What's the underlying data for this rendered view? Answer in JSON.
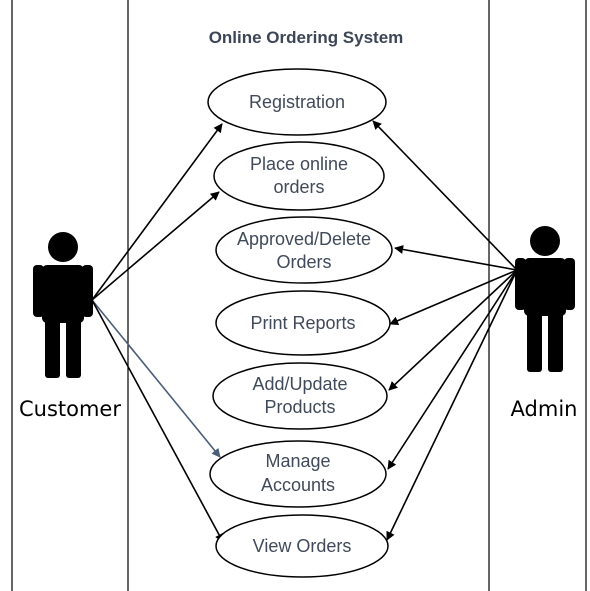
{
  "system": {
    "title": "Online Ordering System"
  },
  "actors": {
    "customer": {
      "label": "Customer"
    },
    "admin": {
      "label": "Admin"
    }
  },
  "use_cases": [
    {
      "id": "registration",
      "lines": [
        "Registration"
      ]
    },
    {
      "id": "place-online-orders",
      "lines": [
        "Place online",
        "orders"
      ]
    },
    {
      "id": "approve-delete-orders",
      "lines": [
        "Approved/Delete",
        "Orders"
      ]
    },
    {
      "id": "print-reports",
      "lines": [
        "Print Reports"
      ]
    },
    {
      "id": "add-update-products",
      "lines": [
        "Add/Update",
        "Products"
      ]
    },
    {
      "id": "manage-accounts",
      "lines": [
        "Manage",
        "Accounts"
      ]
    },
    {
      "id": "view-orders",
      "lines": [
        "View Orders"
      ]
    }
  ],
  "associations": {
    "customer": [
      "registration",
      "place-online-orders",
      "manage-accounts",
      "view-orders"
    ],
    "admin": [
      "registration",
      "approve-delete-orders",
      "print-reports",
      "add-update-products",
      "manage-accounts",
      "view-orders"
    ]
  },
  "colors": {
    "highlighted_link": "#4a5e78"
  }
}
